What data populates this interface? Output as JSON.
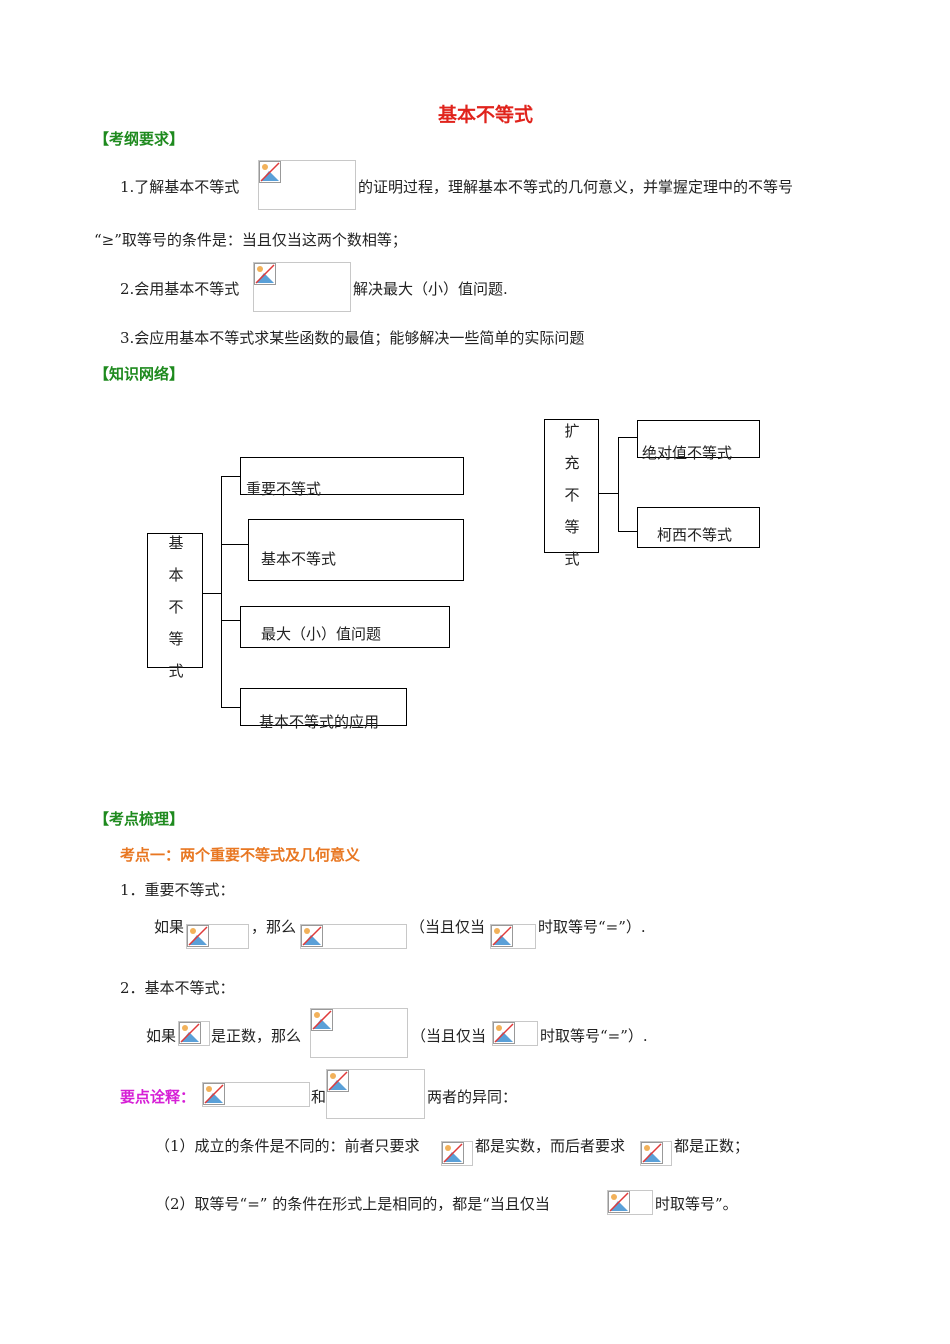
{
  "title": "基本不等式",
  "sections": {
    "requirements": "【考纲要求】",
    "network": "【知识网络】",
    "points": "【考点梳理】"
  },
  "req": {
    "item1_a": "1.了解基本不等式",
    "item1_b": "的证明过程，理解基本不等式的几何意义，并掌握定理中的不等号",
    "item1_c": "“≥”取等号的条件是：当且仅当这两个数相等；",
    "item2_a": "2.会用基本不等式",
    "item2_b": "解决最大（小）值问题.",
    "item3": "3.会应用基本不等式求某些函数的最值；能够解决一些简单的实际问题"
  },
  "diagram": {
    "root_chars": [
      "基",
      "本",
      "不",
      "等",
      "式"
    ],
    "branches": [
      "重要不等式",
      "基本不等式",
      "最大（小）值问题",
      "基本不等式的应用"
    ],
    "ext_chars": [
      "扩",
      "充",
      "不",
      "等",
      "式"
    ],
    "ext_branches": [
      "绝对值不等式",
      "柯西不等式"
    ]
  },
  "kp1": {
    "heading": "考点一：两个重要不等式及几何意义",
    "sub1": "1．重要不等式：",
    "l1_a": "如果",
    "l1_b": "，那么",
    "l1_c": "（当且仅当",
    "l1_d": "时取等号“=”）.",
    "sub2": "2．基本不等式：",
    "l2_a": "如果",
    "l2_b": "是正数，那么",
    "l2_c": "（当且仅当",
    "l2_d": "时取等号“=”）."
  },
  "notes": {
    "label": "要点诠释：",
    "and": "和",
    "tail": "两者的异同：",
    "n1_a": "（1）成立的条件是不同的：前者只要求",
    "n1_b": "都是实数，而后者要求",
    "n1_c": "都是正数；",
    "n2_a": "（2）取等号“=” 的条件在形式上是相同的，都是“当且仅当",
    "n2_b": "时取等号”。"
  }
}
